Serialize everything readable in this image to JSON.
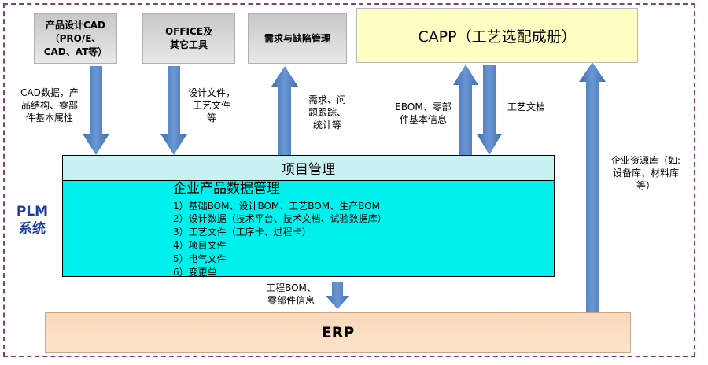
{
  "top_boxes": {
    "cad": "产品设计CAD\n（PRO/E、\nCAD、AT等）",
    "office": "OFFICE及\n其它工具",
    "requirements": "需求与缺陷管理"
  },
  "capp": "CAPP（工艺选配成册）",
  "project_management": "项目管理",
  "enterprise_data": {
    "title": "企业产品数据管理",
    "items": [
      "1）基础BOM、设计BOM、工艺BOM、生产BOM",
      "2）设计数据（技术平台、技术文档、试验数据库）",
      "3）工艺文件（工序卡、过程卡）",
      "4）项目文件",
      "5）电气文件",
      "6）变更单"
    ]
  },
  "erp": "ERP",
  "plm_label": "PLM\n系统",
  "arrow_labels": {
    "cad_data": "CAD数据，产\n品结构、零部\n件基本属性",
    "design_files": "设计文件，\n工艺文件\n等",
    "req_tracking": "需求、问\n题跟踪、\n统计等",
    "ebom": "EBOM、零部\n件基本信息",
    "process_docs": "工艺文档",
    "resource_lib": "企业资源库（如:\n设备库、材料库\n等）",
    "eng_bom": "工程BOM、\n零部件信息"
  },
  "colors": {
    "arrow": "#4f7fc0",
    "border": "#8a3a8a",
    "capp_fill": "#ffffc4",
    "data_fill": "#00f0ee",
    "pm_fill": "#c8f2f2",
    "erp_fill": "#fbd8b8",
    "plm_text": "#1f3f9f"
  }
}
